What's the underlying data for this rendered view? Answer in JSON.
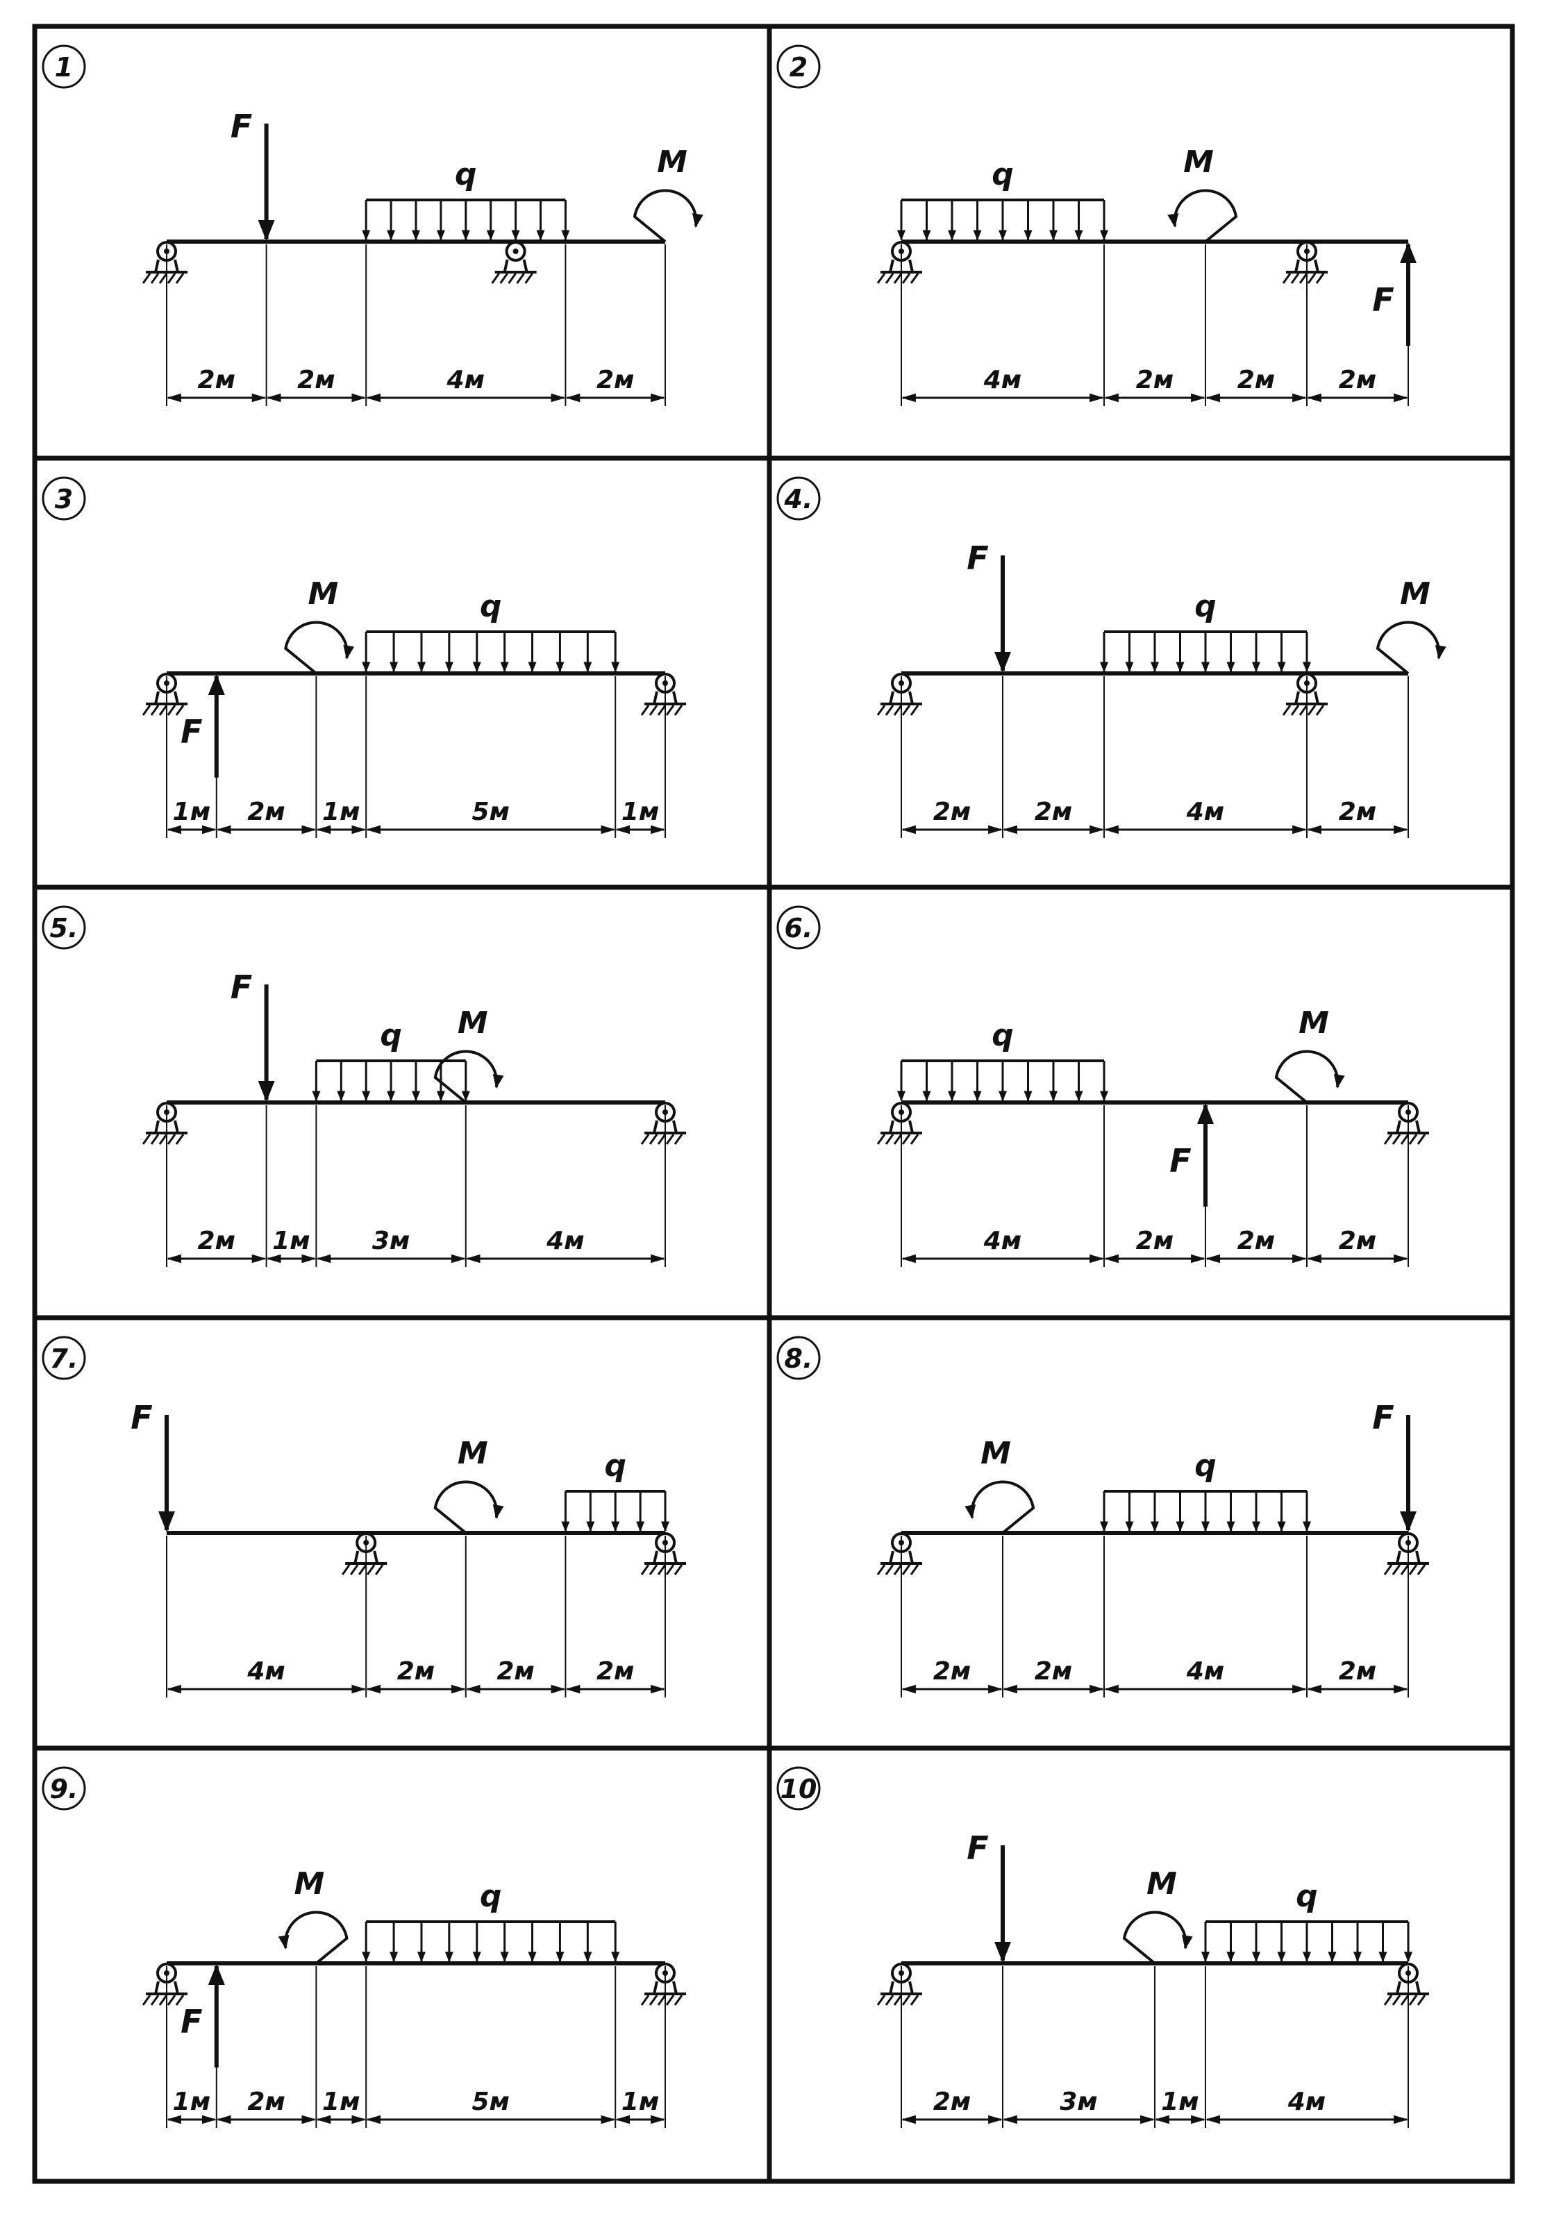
{
  "problems": [
    {
      "number": "1",
      "supports": [
        0,
        7
      ],
      "segments": [
        {
          "len": 2,
          "label": "2м"
        },
        {
          "len": 2,
          "label": "2м"
        },
        {
          "len": 4,
          "label": "4м"
        },
        {
          "len": 2,
          "label": "2м"
        }
      ],
      "forces": [
        {
          "x": 2,
          "dir": "down",
          "label": "F"
        }
      ],
      "dist": [
        {
          "from": 4,
          "to": 8,
          "label": "q"
        }
      ],
      "moments": [
        {
          "x": 10,
          "dir": "cw",
          "label": "M"
        }
      ]
    },
    {
      "number": "2",
      "supports": [
        0,
        8
      ],
      "segments": [
        {
          "len": 4,
          "label": "4м"
        },
        {
          "len": 2,
          "label": "2м"
        },
        {
          "len": 2,
          "label": "2м"
        },
        {
          "len": 2,
          "label": "2м"
        }
      ],
      "forces": [
        {
          "x": 10,
          "dir": "up",
          "label": "F"
        }
      ],
      "dist": [
        {
          "from": 0,
          "to": 4,
          "label": "q"
        }
      ],
      "moments": [
        {
          "x": 6,
          "dir": "ccw",
          "label": "M"
        }
      ]
    },
    {
      "number": "3",
      "supports": [
        0,
        10
      ],
      "segments": [
        {
          "len": 1,
          "label": "1м"
        },
        {
          "len": 2,
          "label": "2м"
        },
        {
          "len": 1,
          "label": "1м"
        },
        {
          "len": 5,
          "label": "5м"
        },
        {
          "len": 1,
          "label": "1м"
        }
      ],
      "forces": [
        {
          "x": 1,
          "dir": "up",
          "label": "F"
        }
      ],
      "dist": [
        {
          "from": 4,
          "to": 9,
          "label": "q"
        }
      ],
      "moments": [
        {
          "x": 3,
          "dir": "cw",
          "label": "M"
        }
      ]
    },
    {
      "number": "4.",
      "supports": [
        0,
        8
      ],
      "segments": [
        {
          "len": 2,
          "label": "2м"
        },
        {
          "len": 2,
          "label": "2м"
        },
        {
          "len": 4,
          "label": "4м"
        },
        {
          "len": 2,
          "label": "2м"
        }
      ],
      "forces": [
        {
          "x": 2,
          "dir": "down",
          "label": "F"
        }
      ],
      "dist": [
        {
          "from": 4,
          "to": 8,
          "label": "q"
        }
      ],
      "moments": [
        {
          "x": 10,
          "dir": "cw",
          "label": "M"
        }
      ]
    },
    {
      "number": "5.",
      "supports": [
        0,
        10
      ],
      "segments": [
        {
          "len": 2,
          "label": "2м"
        },
        {
          "len": 1,
          "label": "1м"
        },
        {
          "len": 3,
          "label": "3м"
        },
        {
          "len": 4,
          "label": "4м"
        }
      ],
      "forces": [
        {
          "x": 2,
          "dir": "down",
          "label": "F"
        }
      ],
      "dist": [
        {
          "from": 3,
          "to": 6,
          "label": "q"
        }
      ],
      "moments": [
        {
          "x": 6,
          "dir": "cw",
          "label": "M"
        }
      ]
    },
    {
      "number": "6.",
      "supports": [
        0,
        10
      ],
      "segments": [
        {
          "len": 4,
          "label": "4м"
        },
        {
          "len": 2,
          "label": "2м"
        },
        {
          "len": 2,
          "label": "2м"
        },
        {
          "len": 2,
          "label": "2м"
        }
      ],
      "forces": [
        {
          "x": 6,
          "dir": "up",
          "label": "F"
        }
      ],
      "dist": [
        {
          "from": 0,
          "to": 4,
          "label": "q"
        }
      ],
      "moments": [
        {
          "x": 8,
          "dir": "cw",
          "label": "M"
        }
      ]
    },
    {
      "number": "7.",
      "supports": [
        4,
        10
      ],
      "segments": [
        {
          "len": 4,
          "label": "4м"
        },
        {
          "len": 2,
          "label": "2м"
        },
        {
          "len": 2,
          "label": "2м"
        },
        {
          "len": 2,
          "label": "2м"
        }
      ],
      "forces": [
        {
          "x": 0,
          "dir": "down",
          "label": "F"
        }
      ],
      "dist": [
        {
          "from": 8,
          "to": 10,
          "label": "q"
        }
      ],
      "moments": [
        {
          "x": 6,
          "dir": "cw",
          "label": "M"
        }
      ]
    },
    {
      "number": "8.",
      "supports": [
        0,
        10
      ],
      "segments": [
        {
          "len": 2,
          "label": "2м"
        },
        {
          "len": 2,
          "label": "2м"
        },
        {
          "len": 4,
          "label": "4м"
        },
        {
          "len": 2,
          "label": "2м"
        }
      ],
      "forces": [
        {
          "x": 10,
          "dir": "down",
          "label": "F"
        }
      ],
      "dist": [
        {
          "from": 4,
          "to": 8,
          "label": "q"
        }
      ],
      "moments": [
        {
          "x": 2,
          "dir": "ccw",
          "label": "M"
        }
      ]
    },
    {
      "number": "9.",
      "supports": [
        0,
        10
      ],
      "segments": [
        {
          "len": 1,
          "label": "1м"
        },
        {
          "len": 2,
          "label": "2м"
        },
        {
          "len": 1,
          "label": "1м"
        },
        {
          "len": 5,
          "label": "5м"
        },
        {
          "len": 1,
          "label": "1м"
        }
      ],
      "forces": [
        {
          "x": 1,
          "dir": "up",
          "label": "F"
        }
      ],
      "dist": [
        {
          "from": 4,
          "to": 9,
          "label": "q"
        }
      ],
      "moments": [
        {
          "x": 3,
          "dir": "ccw",
          "label": "M"
        }
      ]
    },
    {
      "number": "10",
      "supports": [
        0,
        10
      ],
      "segments": [
        {
          "len": 2,
          "label": "2м"
        },
        {
          "len": 3,
          "label": "3м"
        },
        {
          "len": 1,
          "label": "1м"
        },
        {
          "len": 4,
          "label": "4м"
        }
      ],
      "forces": [
        {
          "x": 2,
          "dir": "down",
          "label": "F"
        }
      ],
      "dist": [
        {
          "from": 6,
          "to": 10,
          "label": "q"
        }
      ],
      "moments": [
        {
          "x": 5,
          "dir": "cw",
          "label": "M"
        }
      ]
    }
  ]
}
